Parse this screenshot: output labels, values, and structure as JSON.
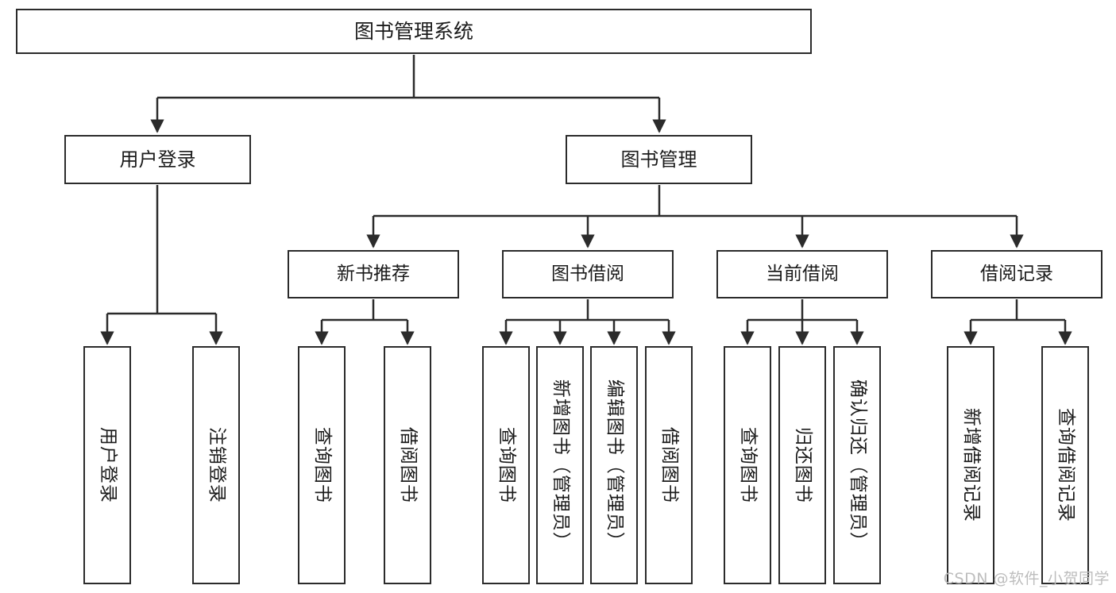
{
  "diagram": {
    "title": "图书管理系统",
    "watermark": "CSDN @软件_小贺同学",
    "line_color": "#2b2b2b",
    "box_fill": "#ffffff",
    "text_color": "#1b1b1b"
  },
  "root": {
    "label": "图书管理系统"
  },
  "level2": [
    {
      "label": "用户登录"
    },
    {
      "label": "图书管理"
    }
  ],
  "level3": [
    {
      "label": "新书推荐"
    },
    {
      "label": "图书借阅"
    },
    {
      "label": "当前借阅"
    },
    {
      "label": "借阅记录"
    }
  ],
  "leaves": {
    "user_login": [
      {
        "label": "用户登录"
      },
      {
        "label": "注销登录"
      }
    ],
    "new_book": [
      {
        "label": "查询图书"
      },
      {
        "label": "借阅图书"
      }
    ],
    "book_borrow": [
      {
        "label": "查询图书"
      },
      {
        "label": "新增图书（管理员）"
      },
      {
        "label": "编辑图书（管理员）"
      },
      {
        "label": "借阅图书"
      }
    ],
    "current_borrow": [
      {
        "label": "查询图书"
      },
      {
        "label": "归还图书"
      },
      {
        "label": "确认归还（管理员）"
      }
    ],
    "borrow_record": [
      {
        "label": "新增借阅记录"
      },
      {
        "label": "查询借阅记录"
      }
    ]
  }
}
